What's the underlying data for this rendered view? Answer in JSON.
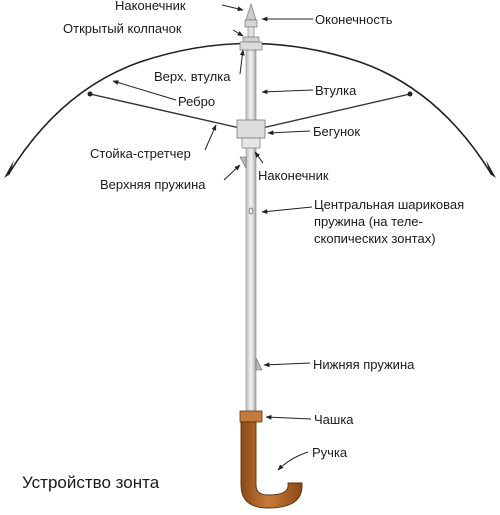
{
  "title": "Устройство зонта",
  "labels": {
    "tip_top": "Наконечник",
    "open_cap": "Открытый колпачок",
    "ferrule": "Оконечность",
    "top_notch": "Верх. втулка",
    "shaft": "Втулка",
    "rib": "Ребро",
    "runner": "Бегунок",
    "stretcher": "Стойка-стретчер",
    "tip_mid": "Наконечник",
    "top_spring": "Верхняя пружина",
    "ball_spring_1": "Центральная шариковая",
    "ball_spring_2": "пружина (на теле-",
    "ball_spring_3": "скопических зонтах)",
    "bottom_spring": "Нижняя пружина",
    "cup": "Чашка",
    "handle": "Ручка"
  },
  "colors": {
    "shaft_fill": "#e8e8e8",
    "handle_fill": "#b8682a",
    "handle_dark": "#7a4216",
    "lines": "#222222"
  }
}
